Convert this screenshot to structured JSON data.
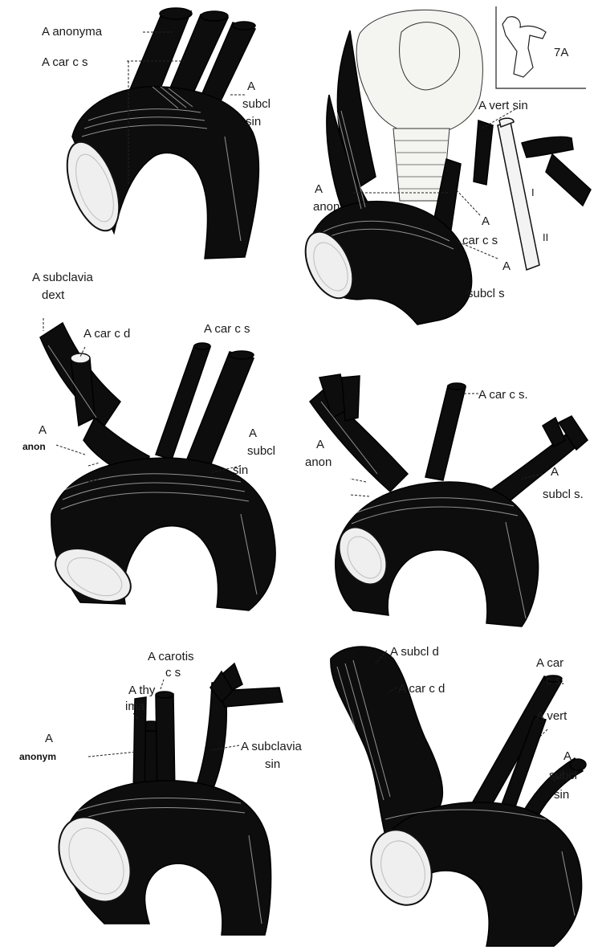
{
  "figures": [
    {
      "id": "top-left",
      "labels": [
        "A anonyma",
        "A car c s",
        "A",
        "subcl",
        "sin"
      ]
    },
    {
      "id": "top-right",
      "labels": [
        "7A",
        "A vert sin",
        "A",
        "anon",
        "A",
        "car c s",
        "I",
        "II",
        "A",
        "subcl s"
      ]
    },
    {
      "id": "middle-left",
      "labels": [
        "A subclavia",
        "dext",
        "A car c d",
        "A car c s",
        "A",
        "anon",
        "A",
        "subcl",
        "sin"
      ]
    },
    {
      "id": "middle-right",
      "labels": [
        "A car c s.",
        "A",
        "anon",
        "A",
        "subcl s."
      ]
    },
    {
      "id": "bottom-left",
      "labels": [
        "A carotis",
        "c s",
        "A thy",
        "ima",
        "A",
        "anonym",
        "A subclavia",
        "sin"
      ]
    },
    {
      "id": "bottom-right",
      "labels": [
        "A subcl d",
        "A car c d",
        "A car",
        "c s.",
        "A vert",
        "A",
        "subcl",
        "sin"
      ]
    }
  ]
}
